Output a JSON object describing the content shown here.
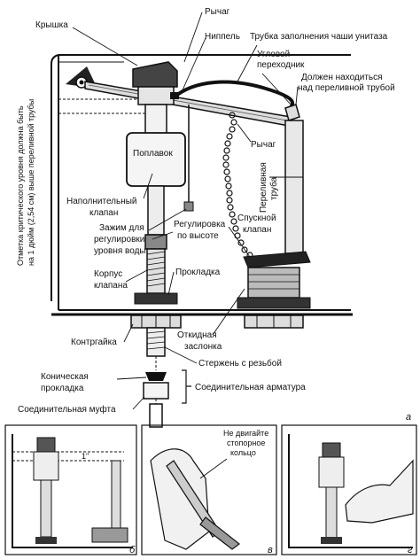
{
  "labels": {
    "lid": "Крышка",
    "lever_top": "Рычаг",
    "nipple": "Ниппель",
    "bowl_fill_tube": "Трубка заполнения чаши унитаза",
    "angle_adapter_1": "Угловой",
    "angle_adapter_2": "переходник",
    "must_be_above_1": "Должен находиться",
    "must_be_above_2": "над переливной трубой",
    "float": "Поплавок",
    "lever_chain": "Рычаг",
    "overflow_tube_1": "Переливная",
    "overflow_tube_2": "труба",
    "fill_valve_1": "Наполнительный",
    "fill_valve_2": "клапан",
    "clamp_1": "Зажим для",
    "clamp_2": "регулировки",
    "clamp_3": "уровня воды",
    "height_adj_1": "Регулировка",
    "height_adj_2": "по высоте",
    "flush_valve_1": "Спускной",
    "flush_valve_2": "клапан",
    "valve_body_1": "Корпус",
    "valve_body_2": "клапана",
    "gasket": "Прокладка",
    "locknut": "Контргайка",
    "flapper_1": "Откидная",
    "flapper_2": "заслонка",
    "threaded_rod": "Стержень с резьбой",
    "conical_gasket_1": "Коническая",
    "conical_gasket_2": "прокладка",
    "connecting_fitting": "Соединительная арматура",
    "coupling_nut": "Соединительная муфта",
    "critical_level_1": "Отметка критического уровня должна быть",
    "critical_level_2": "на 1 дюйм (2,54 см) выше переливной трубы",
    "panel_a": "а",
    "panel_b": "б",
    "panel_v": "в",
    "panel_g": "г",
    "dont_move_1": "Не двигайте",
    "dont_move_2": "стопорное",
    "dont_move_3": "кольцо",
    "one_inch": "1\""
  }
}
